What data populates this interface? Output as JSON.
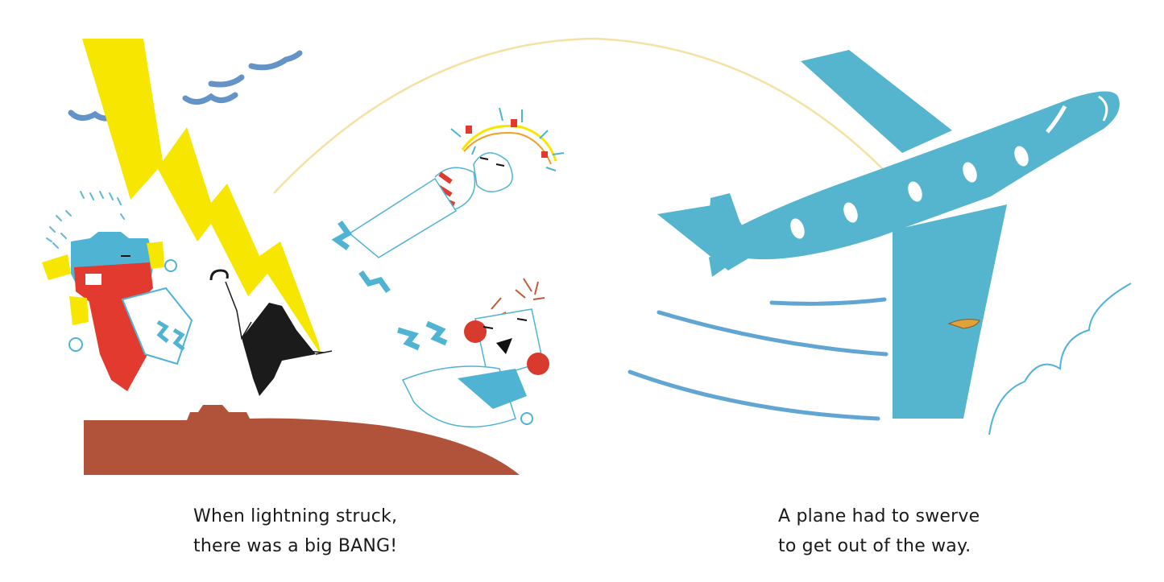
{
  "left_page": {
    "caption_line_1": "When lightning struck,",
    "caption_line_2": "there was a big BANG!"
  },
  "right_page": {
    "caption_line_1": "A plane had to swerve",
    "caption_line_2": "to get out of the way."
  },
  "colors": {
    "lightning": "#f7e600",
    "sky_blue": "#4fb3d4",
    "plane_blue": "#55b5cf",
    "ground": "#b0533a",
    "accent_red": "#d83a2e",
    "umbrella": "#1b1b1b",
    "arc_yellow": "#f2d98a"
  }
}
